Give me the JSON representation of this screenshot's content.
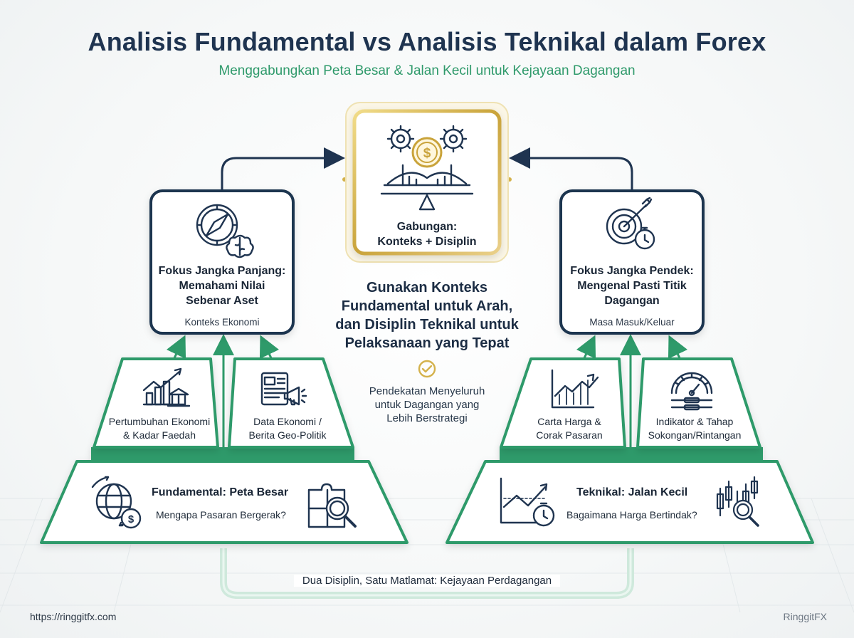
{
  "header": {
    "title": "Analisis Fundamental vs Analisis Teknikal dalam Forex",
    "subtitle": "Menggabungkan Peta Besar & Jalan Kecil untuk Kejayaan Dagangan"
  },
  "center": {
    "box_title": "Gabungan:",
    "box_subtitle": "Konteks + Disiplin",
    "icon": "gears-bridge-balance-icon",
    "main_lines": [
      "Gunakan Konteks",
      "Fundamental untuk Arah,",
      "dan Disiplin Teknikal untuk",
      "Pelaksanaan yang Tepat"
    ],
    "approach_lines": [
      "Pendekatan Menyeluruh",
      "untuk Dagangan yang",
      "Lebih Berstrategi"
    ]
  },
  "left": {
    "focus_lines": [
      "Fokus Jangka Panjang:",
      "Memahami Nilai",
      "Sebenar Aset"
    ],
    "focus_sub": "Konteks Ekonomi",
    "card1_lines": [
      "Pertumbuhan Ekonomi",
      "& Kadar Faedah"
    ],
    "card2_lines": [
      "Data Ekonomi /",
      "Berita Geo-Politik"
    ],
    "base_title": "Fundamental: Peta Besar",
    "base_sub": "Mengapa Pasaran Bergerak?"
  },
  "right": {
    "focus_lines": [
      "Fokus Jangka Pendek:",
      "Mengenal Pasti Titik",
      "Dagangan"
    ],
    "focus_sub": "Masa Masuk/Keluar",
    "card1_lines": [
      "Carta Harga &",
      "Corak Pasaran"
    ],
    "card2_lines": [
      "Indikator & Tahap",
      "Sokongan/Rintangan"
    ],
    "base_title": "Teknikal: Jalan Kecil",
    "base_sub": "Bagaimana Harga Bertindak?"
  },
  "loop_label": "Dua Disiplin, Satu Matlamat: Kejayaan Perdagangan",
  "footer": {
    "url": "https://ringgitfx.com",
    "brand": "RinggitFX"
  },
  "colors": {
    "navy": "#1f3450",
    "green": "#2e9a6a",
    "gold": "#d4b24c",
    "light_green": "#cfe9dc"
  }
}
